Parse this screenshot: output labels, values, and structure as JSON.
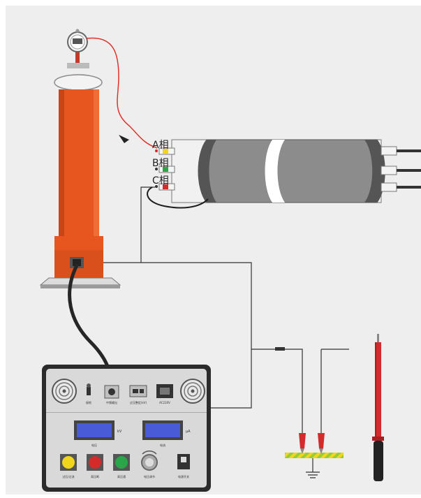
{
  "phase_labels": {
    "a": "A相",
    "b": "B相",
    "c": "C相"
  },
  "panel": {
    "jack_labels": [
      "接地",
      "中频输出",
      "过压整定(kV)",
      "AC220V"
    ],
    "meter_units": {
      "voltage": "kV",
      "current": "μA"
    },
    "meter_captions": {
      "voltage": "电压",
      "current": "电流"
    },
    "button_labels": {
      "yellow": "过压/过流",
      "red": "高压断",
      "green": "高压通",
      "knob": "电压调节",
      "switch": "电源开关"
    }
  },
  "colors": {
    "background": "#eeeeee",
    "generator": "#e8561f",
    "cable_outer": "#8c8c8c",
    "panel": "#2b2b2b",
    "probe": "#d32b2b",
    "lead_red": "#e0322a",
    "ground_stripe": "#9acd32"
  }
}
